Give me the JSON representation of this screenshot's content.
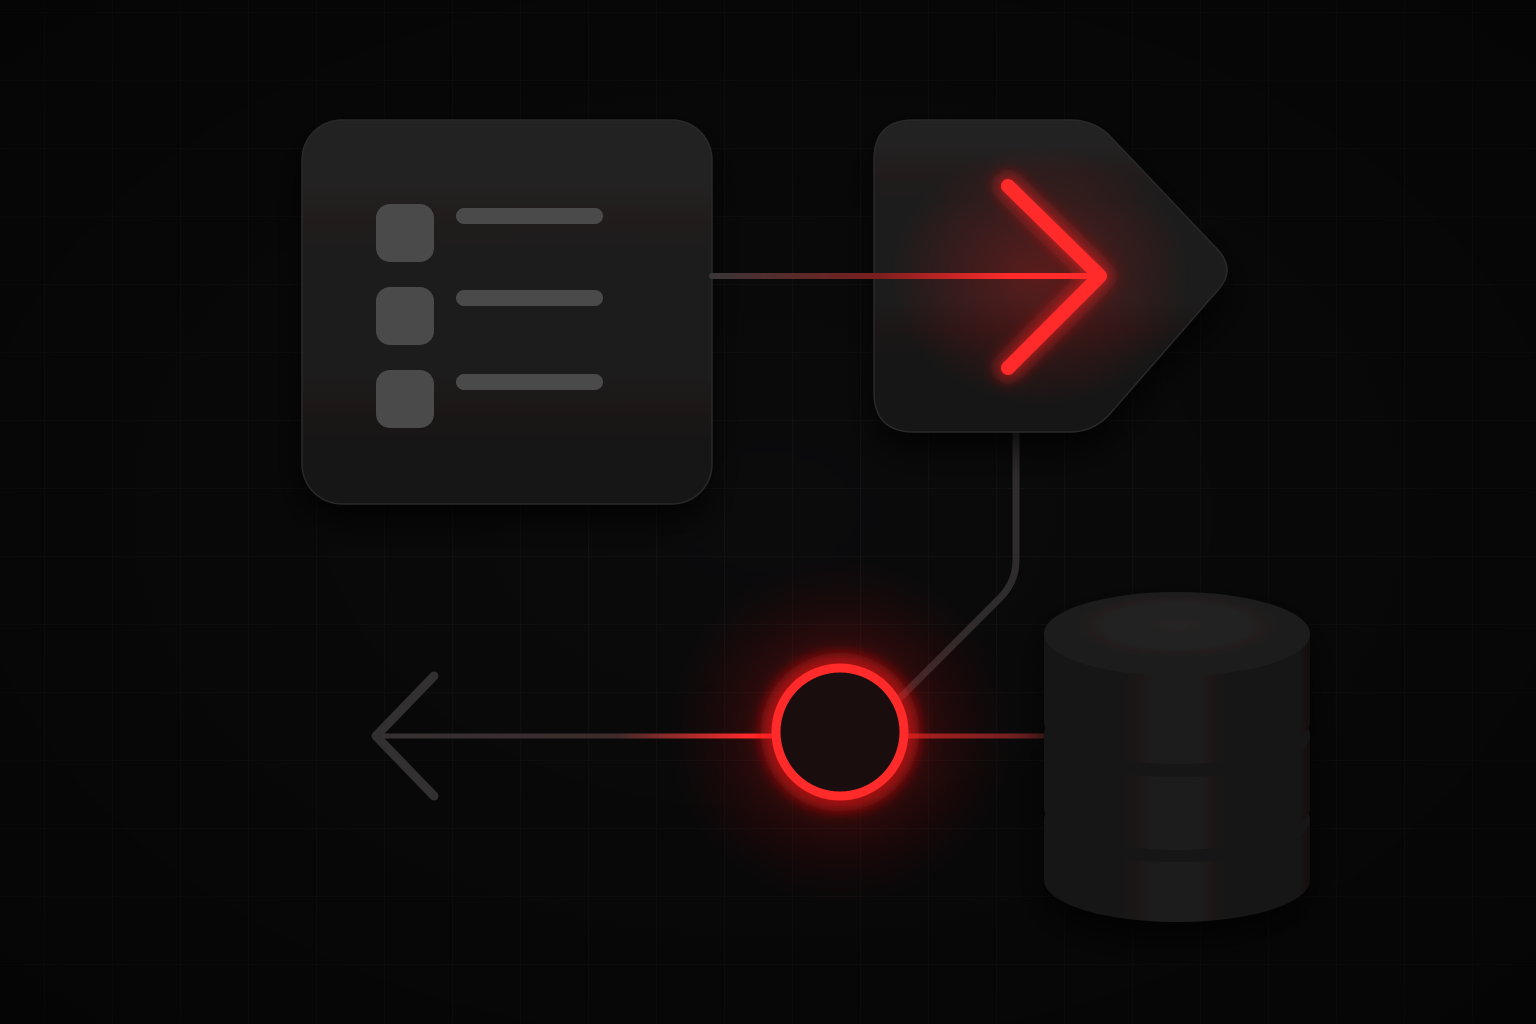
{
  "diagram": {
    "nodes": [
      {
        "id": "list-card",
        "kind": "list-panel",
        "icon": "list-icon",
        "rows": 3
      },
      {
        "id": "arrow-card",
        "kind": "pointer-tag",
        "icon": "arrow-right-icon"
      },
      {
        "id": "hub",
        "kind": "glowing-ring",
        "icon": "circle-icon"
      },
      {
        "id": "database",
        "kind": "cylinder-stack",
        "icon": "database-icon",
        "layers": 3
      }
    ],
    "edges": [
      {
        "from": "list-card",
        "to": "arrow-card",
        "style": "fade-to-red"
      },
      {
        "from": "arrow-card",
        "to": "hub",
        "style": "dark"
      },
      {
        "from": "database",
        "to": "hub",
        "style": "red"
      },
      {
        "from": "hub",
        "to": "left-arrow",
        "style": "red-to-dark"
      }
    ],
    "icons": {
      "exit": "arrow-left-icon"
    }
  },
  "colors": {
    "background": "#0b0b0c",
    "grid": "#17171a",
    "card": "#1a1919",
    "card_highlight": "#242323",
    "placeholder": "#4a4949",
    "accent": "#ff2a2a",
    "connector": "#2f2c2d"
  }
}
